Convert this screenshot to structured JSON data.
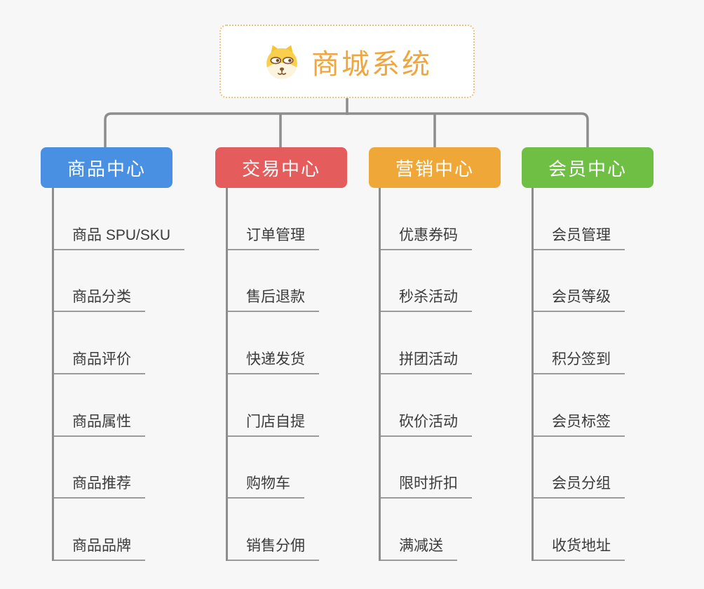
{
  "root": {
    "title": "商城系统",
    "icon": "dog-icon"
  },
  "branches": [
    {
      "label": "商品中心",
      "color": "#4a90e2",
      "items": [
        "商品 SPU/SKU",
        "商品分类",
        "商品评价",
        "商品属性",
        "商品推荐",
        "商品品牌"
      ]
    },
    {
      "label": "交易中心",
      "color": "#e45c5b",
      "items": [
        "订单管理",
        "售后退款",
        "快递发货",
        "门店自提",
        "购物车",
        "销售分佣"
      ]
    },
    {
      "label": "营销中心",
      "color": "#efa838",
      "items": [
        "优惠券码",
        "秒杀活动",
        "拼团活动",
        "砍价活动",
        "限时折扣",
        "满减送"
      ]
    },
    {
      "label": "会员中心",
      "color": "#6fbf45",
      "items": [
        "会员管理",
        "会员等级",
        "积分签到",
        "会员标签",
        "会员分组",
        "收货地址"
      ]
    }
  ],
  "colors": {
    "background": "#f7f7f7",
    "connector": "#8d8d8d",
    "item_line": "#9b9b9b",
    "item_text": "#3b3b3b",
    "branch_text": "#ffffff",
    "root_bg": "#ffffff",
    "root_border": "#f2c27d",
    "root_title": "#f0a63c"
  }
}
